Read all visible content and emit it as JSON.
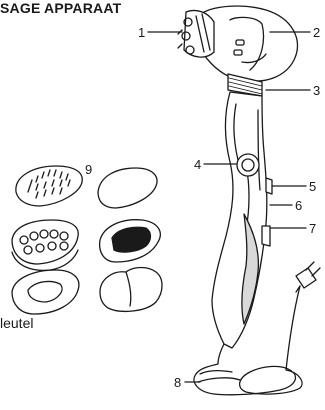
{
  "title": "SAGE APPARAAT",
  "caption": "leutel",
  "callouts": [
    "1",
    "2",
    "3",
    "4",
    "5",
    "6",
    "7",
    "8",
    "9"
  ],
  "colors": {
    "ink": "#1a1a1a",
    "paper": "#ffffff",
    "shade": "#d9d9d9"
  }
}
